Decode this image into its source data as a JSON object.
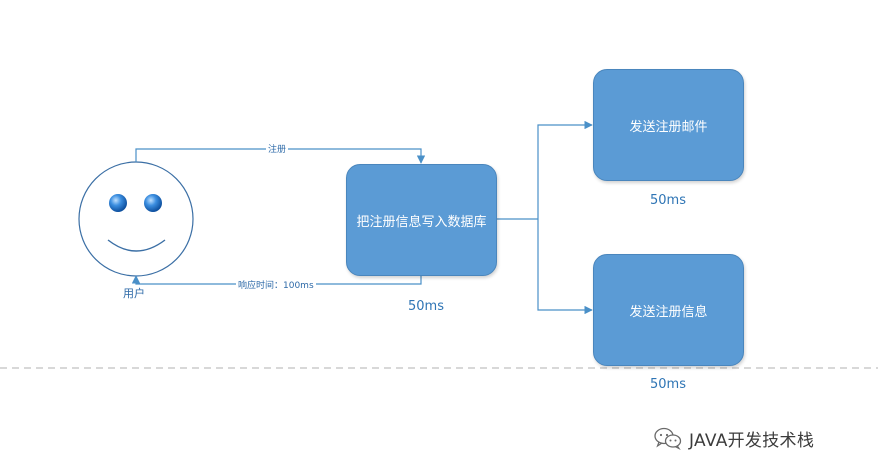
{
  "user": {
    "label": "用户"
  },
  "edges": {
    "register": "注册",
    "response": "响应时间：100ms"
  },
  "boxes": {
    "db": "把注册信息写入数据库",
    "email": "发送注册邮件",
    "sms": "发送注册信息"
  },
  "timings": {
    "db": "50ms",
    "email": "50ms",
    "sms": "50ms"
  },
  "watermark": "JAVA开发技术栈",
  "colors": {
    "box_fill": "#5b9bd5",
    "connector": "#4a90c8",
    "divider": "#b0b0b0"
  }
}
